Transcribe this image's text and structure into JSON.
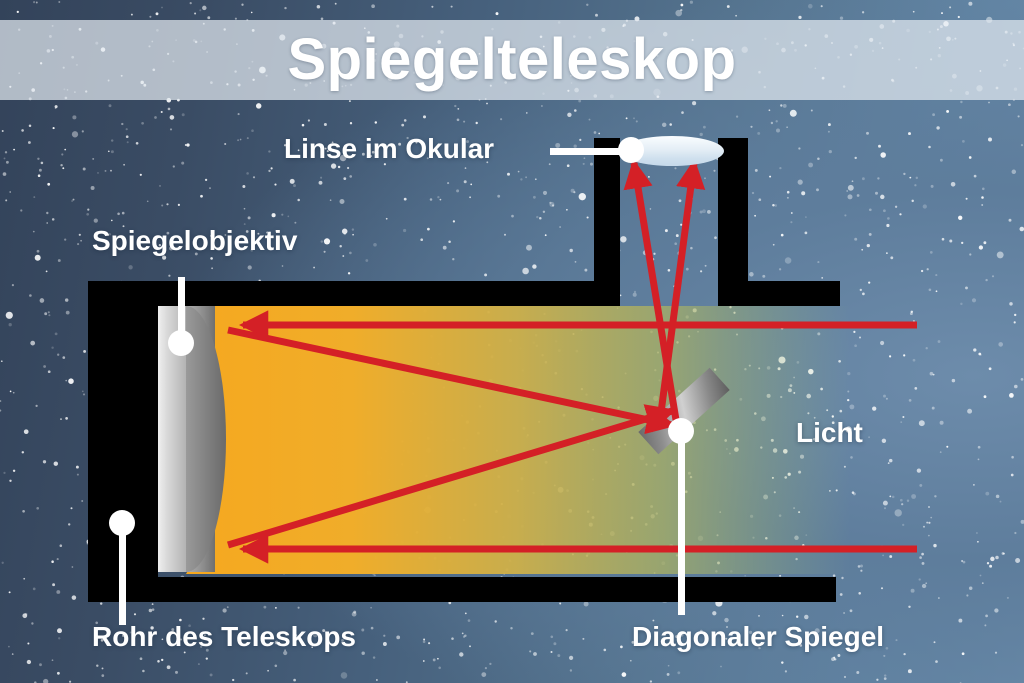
{
  "title": "Spiegelteleskop",
  "labels": {
    "eyepiece_lens": "Linse im Okular",
    "mirror_objective": "Spiegelobjektiv",
    "light": "Licht",
    "telescope_tube": "Rohr des Teleskops",
    "diagonal_mirror": "Diagonaler Spiegel"
  },
  "colors": {
    "ray": "#d42026",
    "tube": "#000000",
    "light_cone_inner": "#f5a623",
    "light_cone_outer": "#9bb36a",
    "background_dark": "#33435a",
    "background_light": "#6a8cab",
    "title_band": "#e2e9f0",
    "text": "#ffffff",
    "mirror_light": "#f2f2f2",
    "mirror_dark": "#6f6f6f",
    "lens": "#dceaf4"
  },
  "diagram": {
    "type": "optical-ray-diagram",
    "subject": "Newtonian reflecting telescope (Spiegelteleskop)",
    "parts": [
      {
        "name": "eyepiece-lens",
        "label": "Linse im Okular"
      },
      {
        "name": "mirror-objective",
        "label": "Spiegelobjektiv"
      },
      {
        "name": "diagonal-mirror",
        "label": "Diagonaler Spiegel"
      },
      {
        "name": "telescope-tube",
        "label": "Rohr des Teleskops"
      },
      {
        "name": "incoming-light",
        "label": "Licht"
      }
    ],
    "ray_paths": [
      {
        "name": "upper-incoming-ray",
        "from": "right edge",
        "to": "primary mirror top",
        "direction": "leftward"
      },
      {
        "name": "lower-incoming-ray",
        "from": "right edge",
        "to": "primary mirror bottom",
        "direction": "leftward"
      },
      {
        "name": "upper-reflected-ray",
        "from": "primary mirror top",
        "to": "diagonal mirror",
        "direction": "rightward"
      },
      {
        "name": "lower-reflected-ray",
        "from": "primary mirror bottom",
        "to": "diagonal mirror",
        "direction": "rightward"
      },
      {
        "name": "upward-ray-left",
        "from": "diagonal mirror",
        "to": "eyepiece lens",
        "direction": "upward"
      },
      {
        "name": "upward-ray-right",
        "from": "diagonal mirror",
        "to": "eyepiece lens",
        "direction": "upward"
      }
    ]
  }
}
